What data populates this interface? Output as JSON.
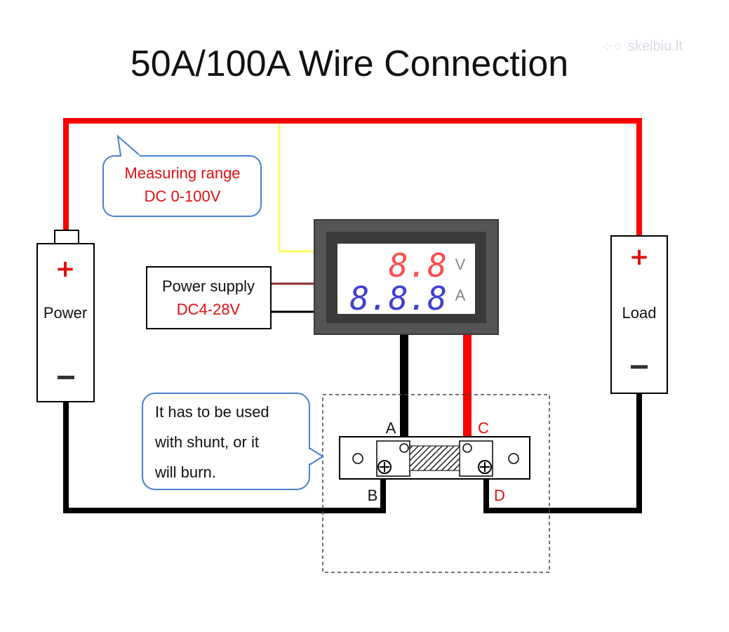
{
  "title": "50A/100A Wire Connection",
  "watermark": "skelbiu.lt",
  "callouts": {
    "range": {
      "line1": "Measuring range",
      "line2": "DC 0-100V"
    },
    "shunt": {
      "line1": "It has to be used",
      "line2": "with shunt, or it",
      "line3": "will burn."
    }
  },
  "power": {
    "plus": "+",
    "label": "Power",
    "minus": "−"
  },
  "load": {
    "plus": "+",
    "label": "Load",
    "minus": "−"
  },
  "supply": {
    "line1": "Power supply",
    "line2": "DC4-28V"
  },
  "meter": {
    "voltage_digits": "8.8",
    "voltage_unit": "V",
    "current_digits": "8.8.8",
    "current_unit": "A"
  },
  "shunt_terminals": {
    "a": "A",
    "b": "B",
    "c": "C",
    "d": "D"
  },
  "colors": {
    "positive_wire": "#ff0000",
    "negative_wire": "#000000",
    "sense_wire": "#ffff66",
    "callout_border": "#4a7fd0",
    "meter_frame": "#555555",
    "voltage_digits": "#ff4d4d",
    "current_digits": "#4040d0",
    "red_text": "#e01010"
  }
}
